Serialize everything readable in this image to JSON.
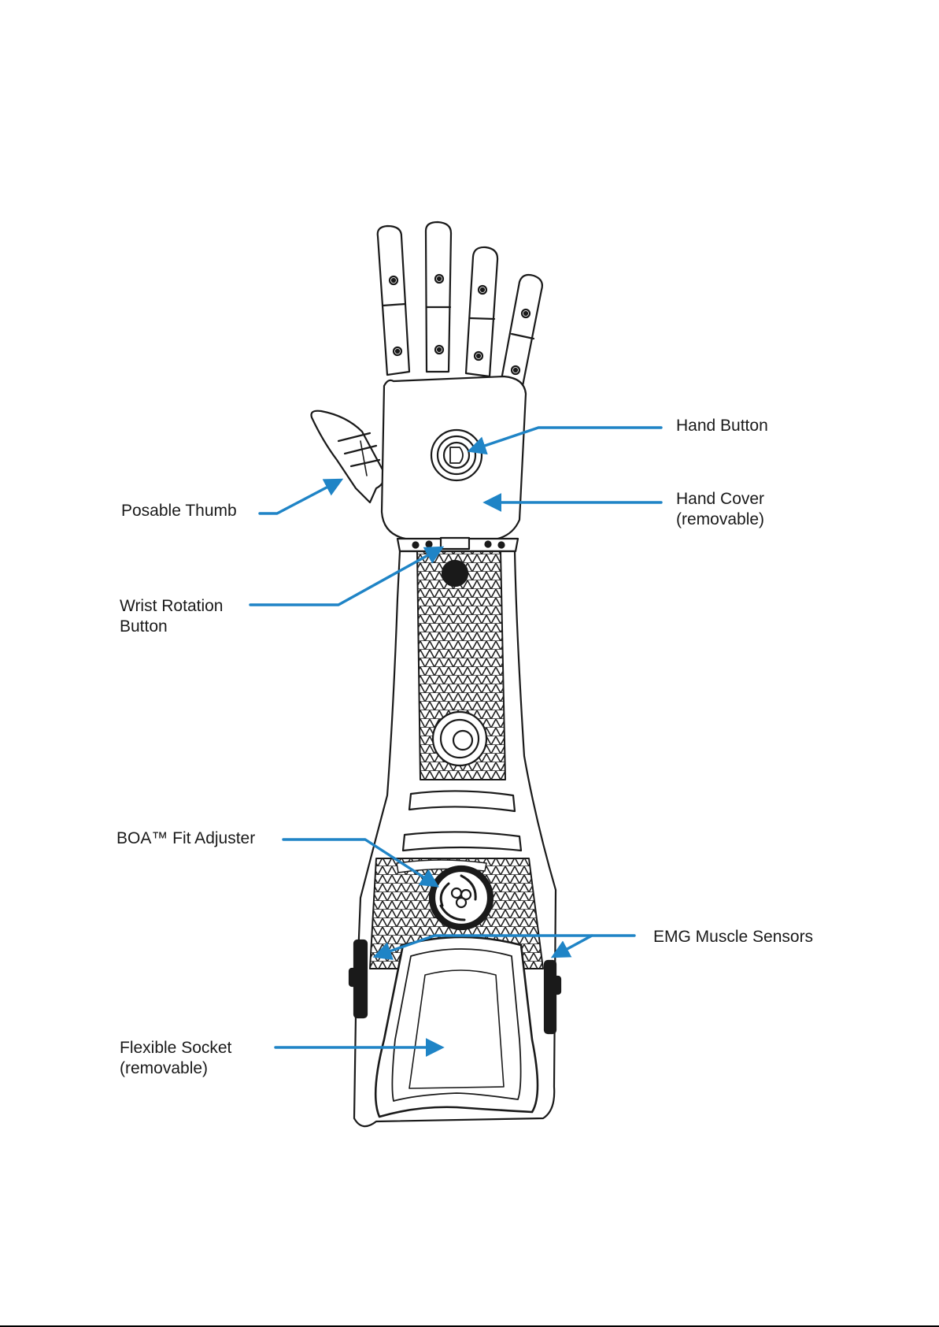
{
  "labels": {
    "hand_button": [
      "Hand Button"
    ],
    "hand_cover": [
      "Hand Cover",
      "(removable)"
    ],
    "posable_thumb": [
      "Posable Thumb"
    ],
    "wrist_rotation_button": [
      "Wrist Rotation",
      "Button"
    ],
    "boa_fit_adjuster": [
      "BOA™ Fit Adjuster"
    ],
    "emg_muscle_sensors": [
      "EMG Muscle Sensors"
    ],
    "flexible_socket": [
      "Flexible Socket",
      "(removable)"
    ]
  },
  "colors": {
    "leader_line": "#1f84c6",
    "outline": "#1a1a1a",
    "lattice": "#222222",
    "background": "#ffffff"
  },
  "icons": [
    "prosthetic-arm-illustration",
    "hand-button-icon",
    "boa-dial-icon",
    "emg-sensor-icon"
  ]
}
